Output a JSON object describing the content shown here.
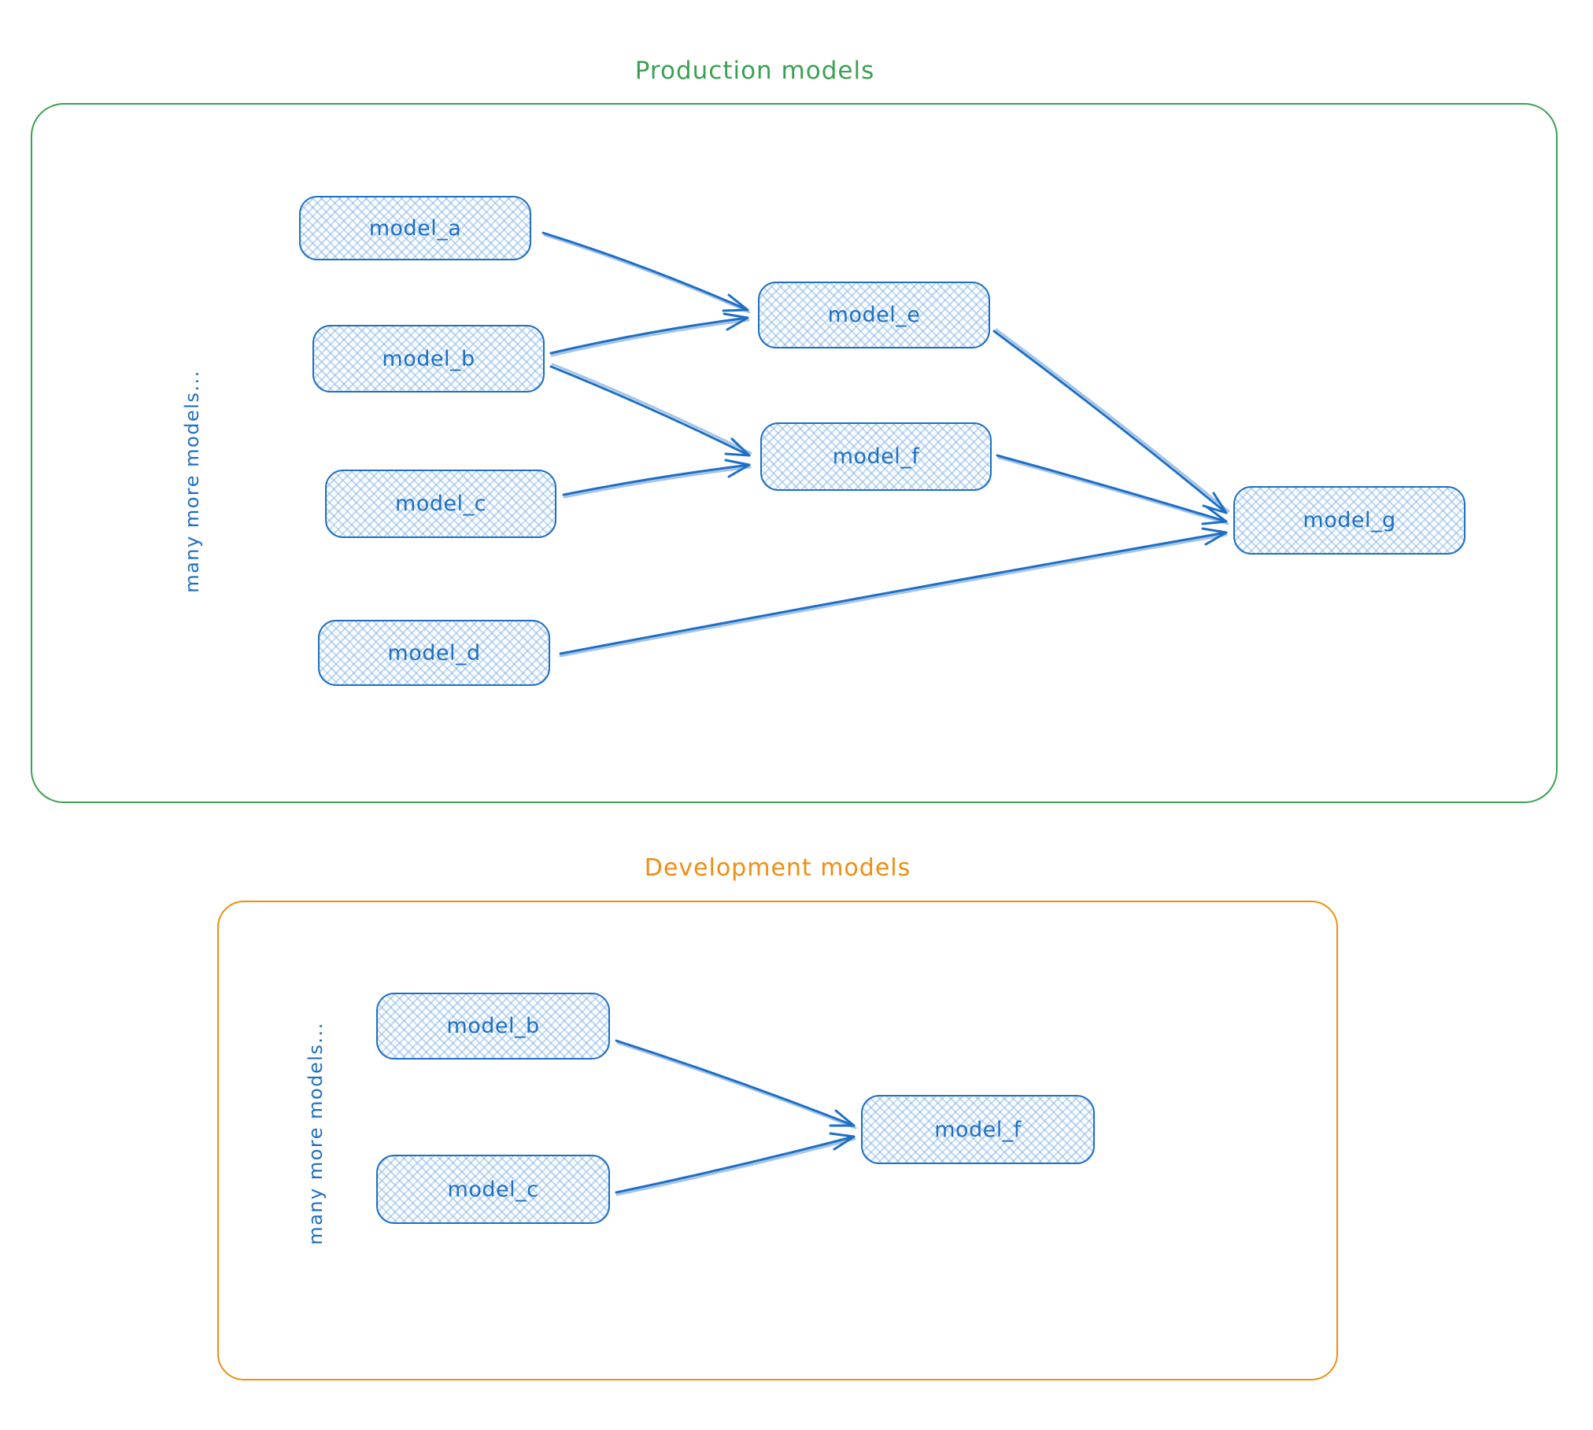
{
  "colors": {
    "blue": "#1e6fc4",
    "green": "#3aa152",
    "orange": "#ef8e11",
    "node_fill_hatch": "#a9cdec"
  },
  "production": {
    "title": "Production models",
    "note": "many more models...",
    "nodes": [
      {
        "id": "model_a",
        "label": "model_a"
      },
      {
        "id": "model_b",
        "label": "model_b"
      },
      {
        "id": "model_c",
        "label": "model_c"
      },
      {
        "id": "model_d",
        "label": "model_d"
      },
      {
        "id": "model_e",
        "label": "model_e"
      },
      {
        "id": "model_f",
        "label": "model_f"
      },
      {
        "id": "model_g",
        "label": "model_g"
      }
    ],
    "edges": [
      {
        "from": "model_a",
        "to": "model_e"
      },
      {
        "from": "model_b",
        "to": "model_e"
      },
      {
        "from": "model_b",
        "to": "model_f"
      },
      {
        "from": "model_c",
        "to": "model_f"
      },
      {
        "from": "model_e",
        "to": "model_g"
      },
      {
        "from": "model_f",
        "to": "model_g"
      },
      {
        "from": "model_d",
        "to": "model_g"
      }
    ]
  },
  "development": {
    "title": "Development models",
    "note": "many more models...",
    "nodes": [
      {
        "id": "model_b",
        "label": "model_b"
      },
      {
        "id": "model_c",
        "label": "model_c"
      },
      {
        "id": "model_f",
        "label": "model_f"
      }
    ],
    "edges": [
      {
        "from": "model_b",
        "to": "model_f"
      },
      {
        "from": "model_c",
        "to": "model_f"
      }
    ]
  }
}
